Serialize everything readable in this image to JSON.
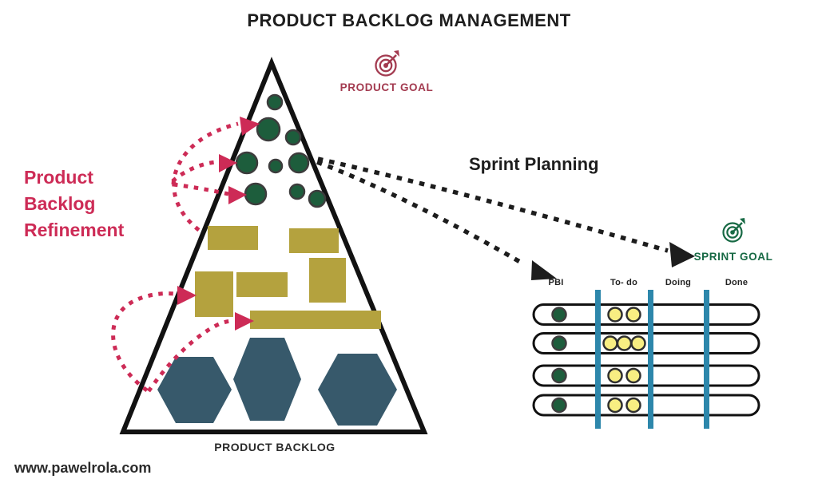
{
  "title": "PRODUCT BACKLOG MANAGEMENT",
  "watermark": "www.pawelrola.com",
  "colors": {
    "pink": "#cd2b56",
    "maroon": "#a33b50",
    "dark_green": "#1d5d3c",
    "green_text": "#176944",
    "olive": "#b4a23e",
    "teal": "#37596b",
    "blue": "#2d87ab",
    "yellow": "#f8ee82",
    "ink": "#1d1d1d"
  },
  "labels": {
    "product_goal": "PRODUCT GOAL",
    "sprint_goal": "SPRINT GOAL",
    "sprint_planning": "Sprint Planning",
    "product_backlog": "PRODUCT BACKLOG"
  },
  "icons": {
    "product_goal": "target-icon",
    "sprint_goal": "target-icon"
  },
  "refinement": {
    "lines": [
      "Product",
      "Backlog",
      "Refinement"
    ]
  },
  "pyramid": {
    "top_items": 9,
    "middle_items": 6,
    "bottom_items": 3
  },
  "board": {
    "columns": [
      "PBI",
      "To- do",
      "Doing",
      "Done"
    ],
    "rows": [
      {
        "pbi": 1,
        "todo": 2,
        "doing": 0,
        "done": 0
      },
      {
        "pbi": 1,
        "todo": 3,
        "doing": 0,
        "done": 0
      },
      {
        "pbi": 1,
        "todo": 2,
        "doing": 0,
        "done": 0
      },
      {
        "pbi": 1,
        "todo": 2,
        "doing": 0,
        "done": 0
      }
    ]
  }
}
